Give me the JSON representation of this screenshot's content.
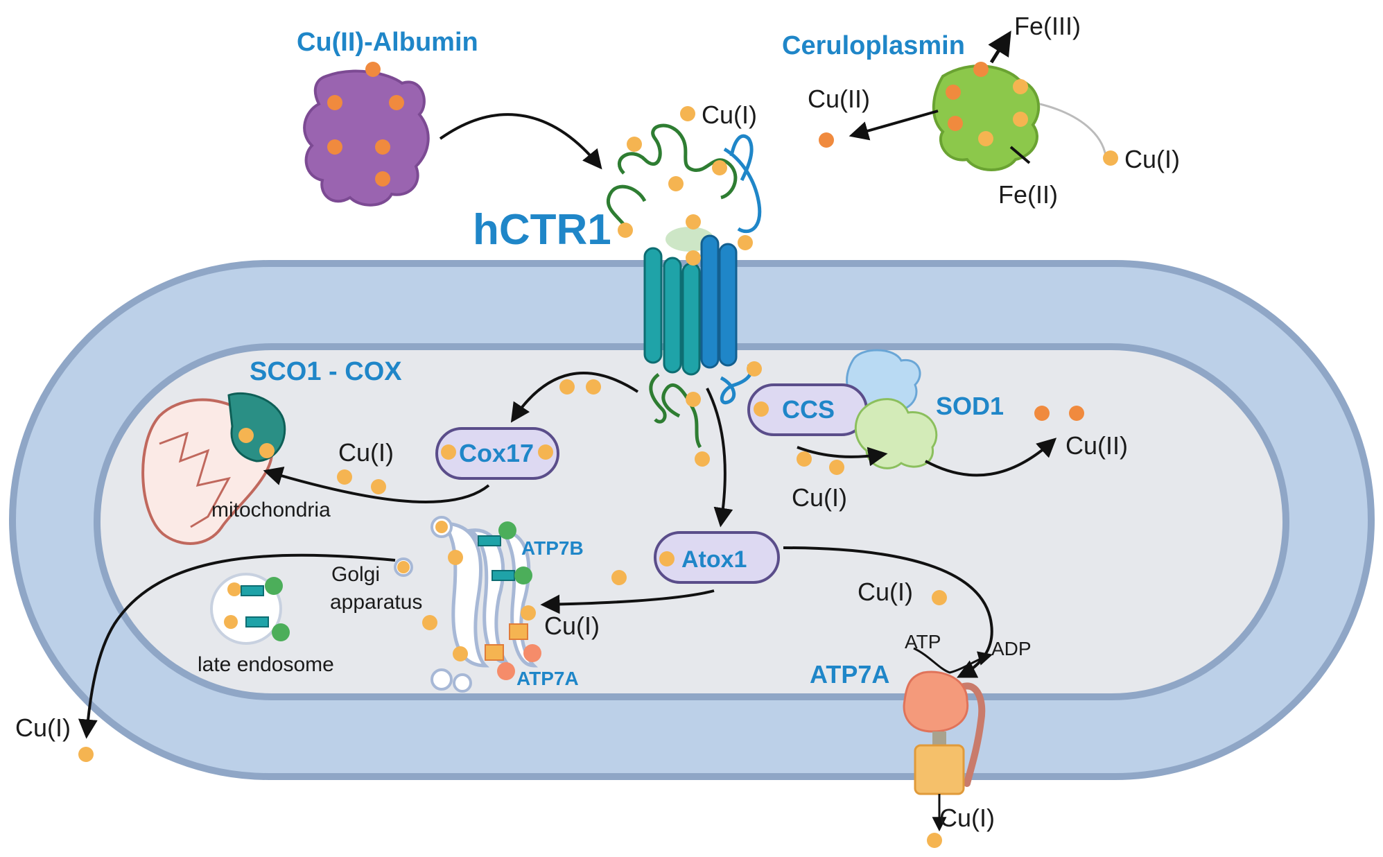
{
  "labels": {
    "albumin": "Cu(II)-Albumin",
    "ceruloplasmin": "Ceruloplasmin",
    "fe3": "Fe(III)",
    "fe2": "Fe(II)",
    "cu2_cerulo": "Cu(II)",
    "cu1_cerulo": "Cu(I)",
    "cu1_top": "Cu(I)",
    "hctr1": "hCTR1",
    "sco1_cox": "SCO1 - COX",
    "mitochondria": "mitochondria",
    "cu1_mito": "Cu(I)",
    "cox17": "Cox17",
    "ccs": "CCS",
    "sod1": "SOD1",
    "cu1_ccs": "Cu(I)",
    "cu2_sod1": "Cu(II)",
    "atox1": "Atox1",
    "atp7b_golgi": "ATP7B",
    "atp7a_golgi": "ATP7A",
    "golgi_line1": "Golgi",
    "golgi_line2": "apparatus",
    "cu1_golgi": "Cu(I)",
    "late_endosome": "late endosome",
    "cu1_exit_left": "Cu(I)",
    "cu1_atp7a_in": "Cu(I)",
    "atp": "ATP",
    "adp": "ADP",
    "atp7a_membrane": "ATP7A",
    "cu1_exit_bottom": "Cu(I)"
  },
  "colors": {
    "membrane": "#8fa6c6",
    "membrane_fill": "#bcd0e8",
    "cytoplasm": "#e6e8ec",
    "title_blue": "#1f86c8",
    "copper_i": "#f5b451",
    "copper_ii": "#f08a3e",
    "pill_fill": "#ddd9f2",
    "pill_stroke": "#5a4d8a"
  }
}
